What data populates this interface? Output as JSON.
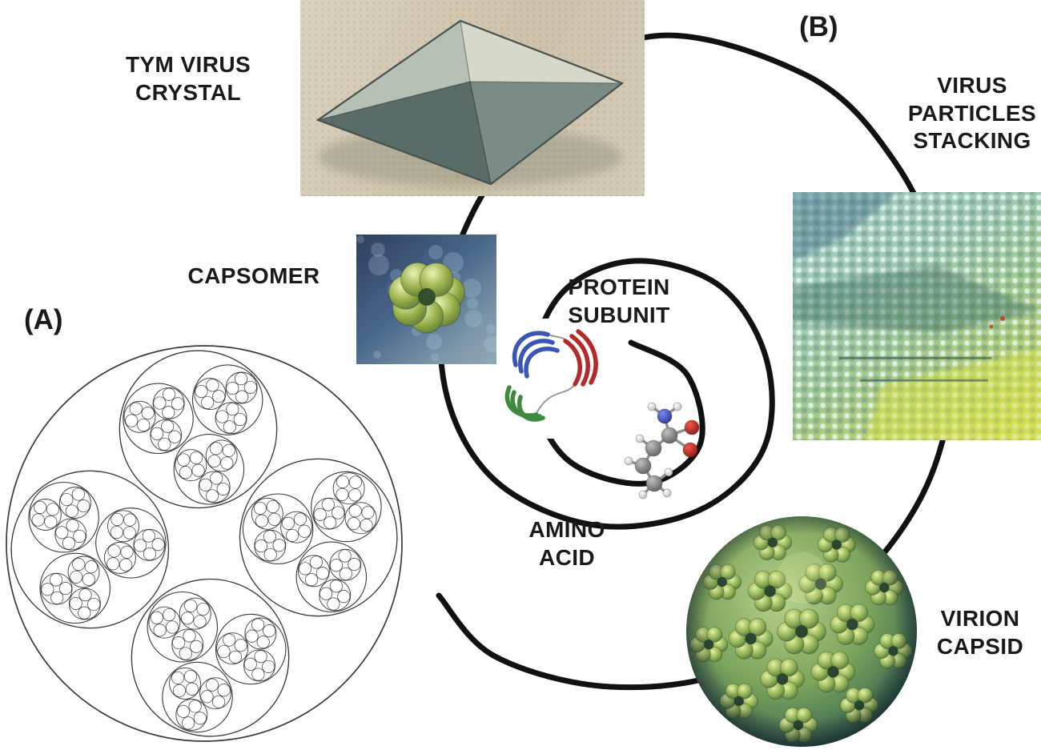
{
  "figure": {
    "panel_a": "(A)",
    "panel_b": "(B)",
    "tym_crystal": {
      "line1": "TYM VIRUS",
      "line2": "CRYSTAL"
    },
    "virus_stacking": {
      "line1": "VIRUS",
      "line2": "PARTICLES",
      "line3": "STACKING"
    },
    "capsomer": {
      "label": "CAPSOMER"
    },
    "protein_subunit": {
      "line1": "PROTEIN",
      "line2": "SUBUNIT"
    },
    "amino_acid": {
      "line1": "AMINO",
      "line2": "ACID"
    },
    "virion_capsid": {
      "line1": "VIRION",
      "line2": "CAPSID"
    }
  },
  "palette": {
    "spiral_color": "#111111",
    "label_color": "#1a1a1a",
    "packing_line_color": "#3a3a3a"
  }
}
